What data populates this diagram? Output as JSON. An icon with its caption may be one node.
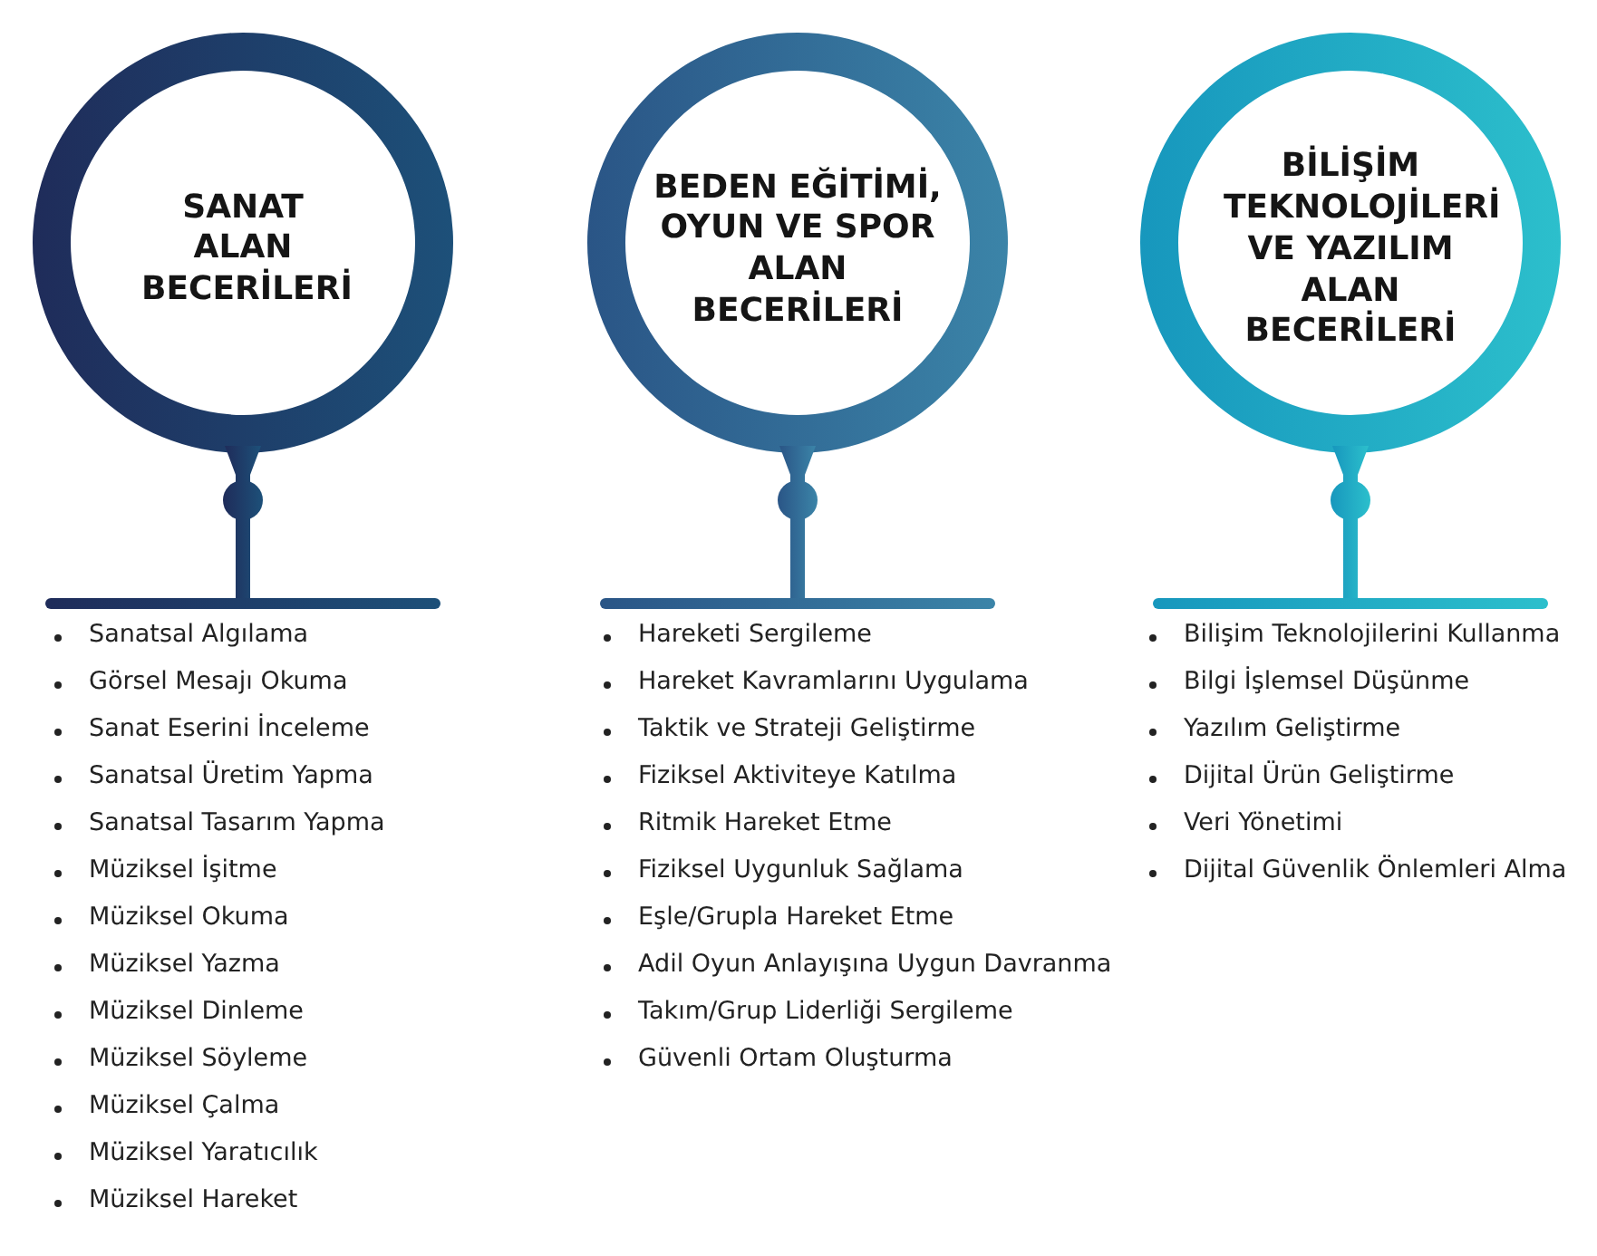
{
  "diagram": {
    "nodes": [
      {
        "text": [
          "SANAT ALAN BECERİLERİ"
        ],
        "beside": [
          "Sanatsal Algılama",
          "Görsel Mesajı Okuma",
          "Sanat Eserini İnceleme",
          "Sanatsal Üretim Yapma",
          "Sanatsal Tasarım Yapma",
          "Müziksel İşitme",
          "Müziksel Okuma",
          "Müziksel Yazma",
          "Müziksel Dinleme",
          "Müziksel Söyleme",
          "Müziksel Çalma",
          "Müziksel Yaratıcılık",
          "Müziksel Hareket"
        ]
      },
      {
        "text": [
          "BEDEN EĞİTİMİ, OYUN VE SPOR ALAN BECERİLERİ"
        ],
        "beside": [
          "Hareketi Sergileme",
          "Hareket Kavramlarını Uygulama",
          "Taktik ve Strateji Geliştirme",
          "Fiziksel Aktiviteye Katılma",
          "Ritmik Hareket Etme",
          "Fiziksel Uygunluk Sağlama",
          "Eşle/Grupla Hareket Etme",
          "Adil Oyun Anlayışına Uygun Davranma",
          "Takım/Grup Liderliği Sergileme",
          "Güvenli Ortam Oluşturma"
        ]
      },
      {
        "text": [
          "BİLİŞİM TEKNOLOJİLERİ VE YAZILIM ALAN BECERİLERİ"
        ],
        "beside": [
          "Bilişim Teknolojilerini Kullanma",
          "Bilgi İşlemsel Düşünme",
          "Yazılım Geliştirme",
          "Dijital Ürün Geliştirme",
          "Veri Yönetimi",
          "Dijital Güvenlik Önlemleri Alma"
        ]
      }
    ]
  }
}
